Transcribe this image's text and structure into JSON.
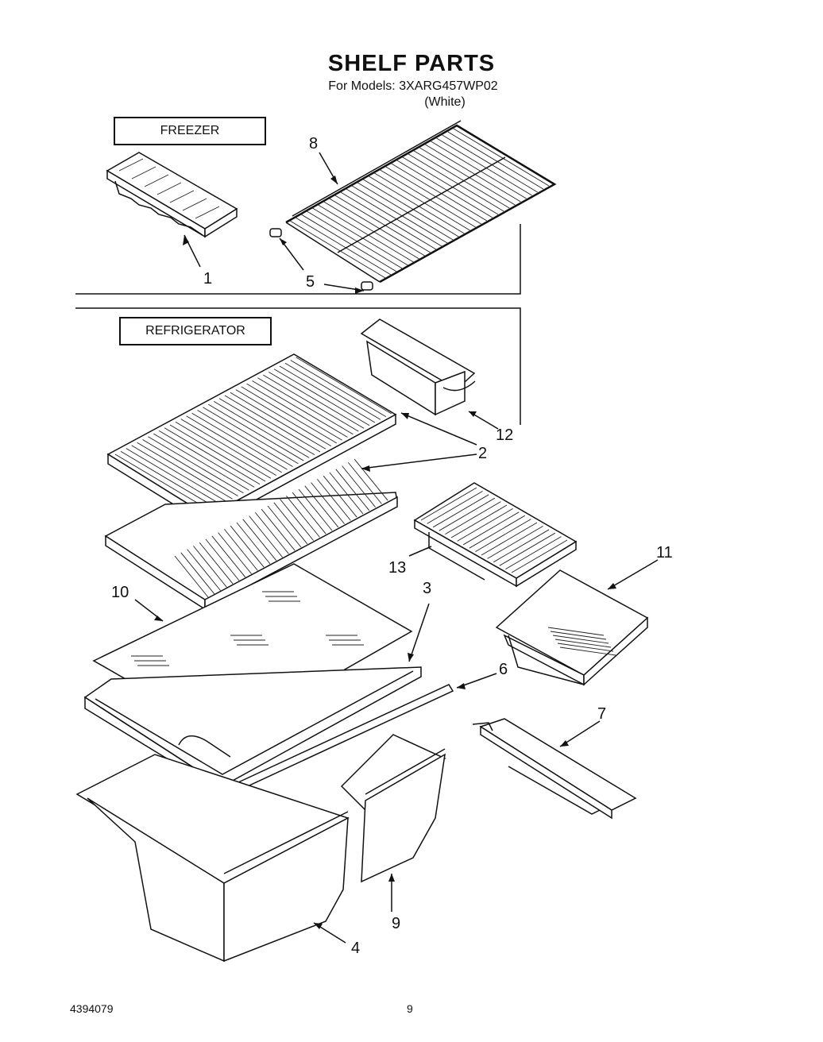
{
  "header": {
    "title": "SHELF PARTS",
    "models": "For Models: 3XARG457WP02",
    "color": "(White)"
  },
  "sections": {
    "freezer": "FREEZER",
    "refrigerator": "REFRIGERATOR"
  },
  "callouts": {
    "c1": "1",
    "c2": "2",
    "c3": "3",
    "c4": "4",
    "c5": "5",
    "c6": "6",
    "c7": "7",
    "c8": "8",
    "c9": "9",
    "c10": "10",
    "c11": "11",
    "c12": "12",
    "c13": "13"
  },
  "footer": {
    "doc_number": "4394079",
    "page_number": "9"
  }
}
